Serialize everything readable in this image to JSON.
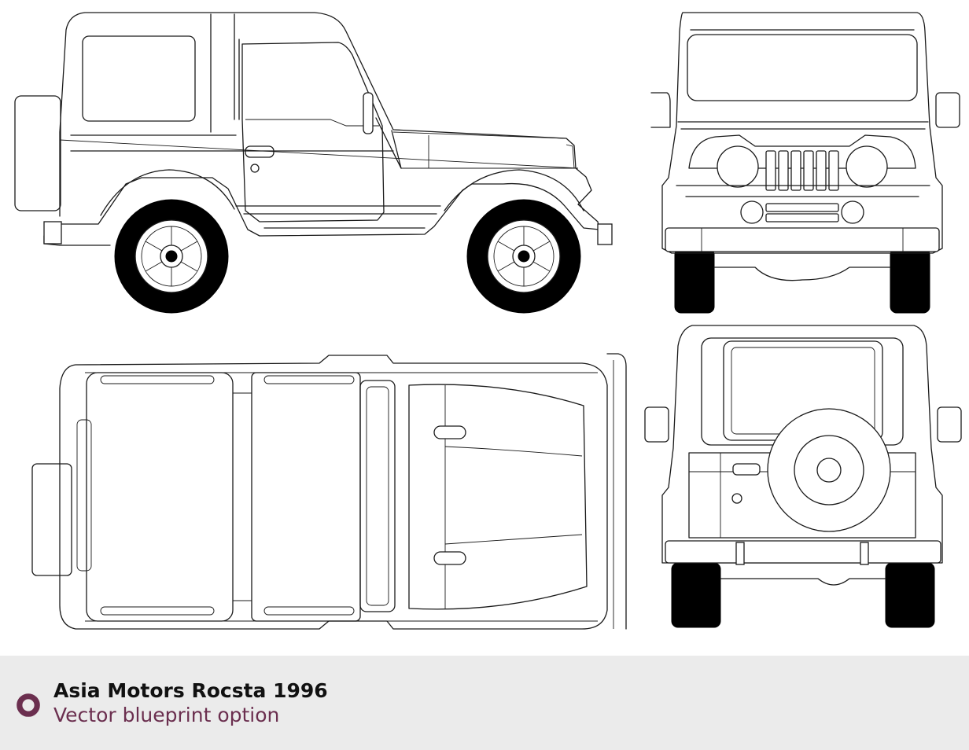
{
  "caption": {
    "title": "Asia Motors Rocsta 1996",
    "subtitle": "Vector blueprint option"
  },
  "views": [
    "side-view",
    "front-view",
    "top-view",
    "rear-view"
  ],
  "colors": {
    "background": "#ffffff",
    "line": "#1a1a1a",
    "tire": "#000000",
    "footer": "#ebebeb",
    "accent": "#6b2f4f"
  },
  "icons": {
    "caption_marker": "ring-icon"
  }
}
